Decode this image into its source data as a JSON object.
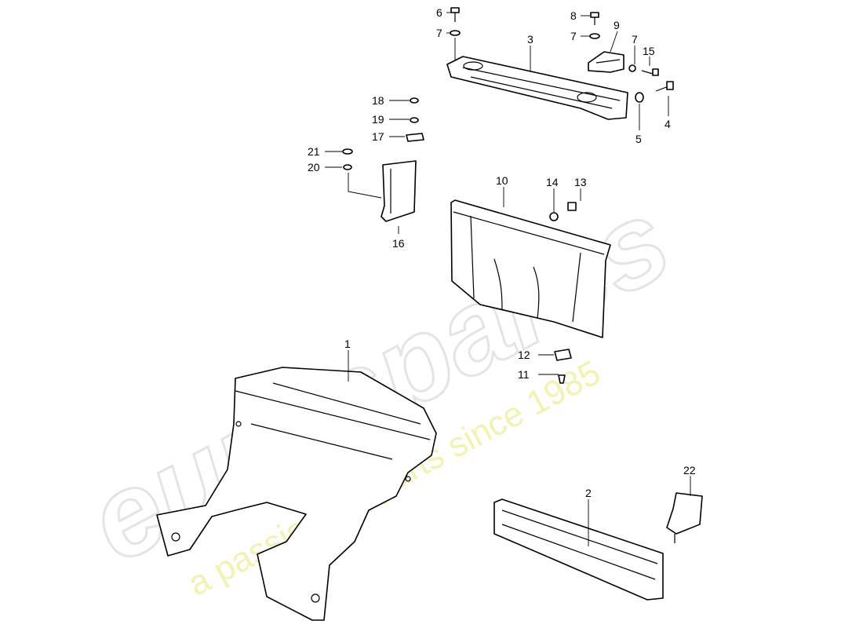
{
  "watermark": {
    "brand": "eurospares",
    "tagline": "a passion for parts since 1985"
  },
  "callouts": {
    "c1": "1",
    "c2": "2",
    "c3": "3",
    "c4": "4",
    "c5": "5",
    "c6": "6",
    "c7a": "7",
    "c7b": "7",
    "c7c": "7",
    "c8": "8",
    "c9": "9",
    "c10": "10",
    "c11": "11",
    "c12": "12",
    "c13": "13",
    "c14": "14",
    "c15": "15",
    "c16": "16",
    "c17": "17",
    "c18": "18",
    "c19": "19",
    "c20": "20",
    "c21": "21",
    "c22": "22"
  }
}
